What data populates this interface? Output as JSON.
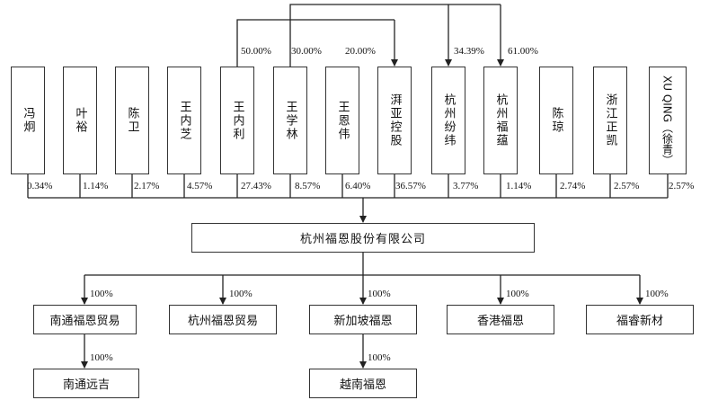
{
  "shareholders": [
    {
      "name": "冯炯",
      "pct": "0.34%"
    },
    {
      "name": "叶裕",
      "pct": "1.14%"
    },
    {
      "name": "陈卫",
      "pct": "2.17%"
    },
    {
      "name": "王内芝",
      "pct": "4.57%"
    },
    {
      "name": "王内利",
      "pct": "27.43%"
    },
    {
      "name": "王学林",
      "pct": "8.57%"
    },
    {
      "name": "王恩伟",
      "pct": "6.40%"
    },
    {
      "name": "湃亚控股",
      "pct": "36.57%"
    },
    {
      "name": "杭州纷纬",
      "pct": "3.77%"
    },
    {
      "name": "杭州福蕴",
      "pct": "1.14%"
    },
    {
      "name": "陈琼",
      "pct": "2.74%"
    },
    {
      "name": "浙江正凯",
      "pct": "2.57%"
    },
    {
      "name": "XU QING（徐青）",
      "pct": "2.57%"
    }
  ],
  "holdings_of_yapai": [
    {
      "from": "王内利",
      "pct": "50.00%"
    },
    {
      "from": "王学林",
      "pct": "30.00%"
    },
    {
      "from": "王恩伟",
      "pct": "20.00%"
    }
  ],
  "holdings_of_funds": [
    {
      "to": "杭州纷纬",
      "pct": "34.39%"
    },
    {
      "to": "杭州福蕴",
      "pct": "61.00%"
    }
  ],
  "company": "杭州福恩股份有限公司",
  "subsidiaries": [
    {
      "name": "南通福恩贸易",
      "pct": "100%"
    },
    {
      "name": "杭州福恩贸易",
      "pct": "100%"
    },
    {
      "name": "新加坡福恩",
      "pct": "100%"
    },
    {
      "name": "香港福恩",
      "pct": "100%"
    },
    {
      "name": "福睿新材",
      "pct": "100%"
    }
  ],
  "second_level": [
    {
      "parent": "南通福恩贸易",
      "name": "南通远吉",
      "pct": "100%"
    },
    {
      "parent": "新加坡福恩",
      "name": "越南福恩",
      "pct": "100%"
    }
  ]
}
